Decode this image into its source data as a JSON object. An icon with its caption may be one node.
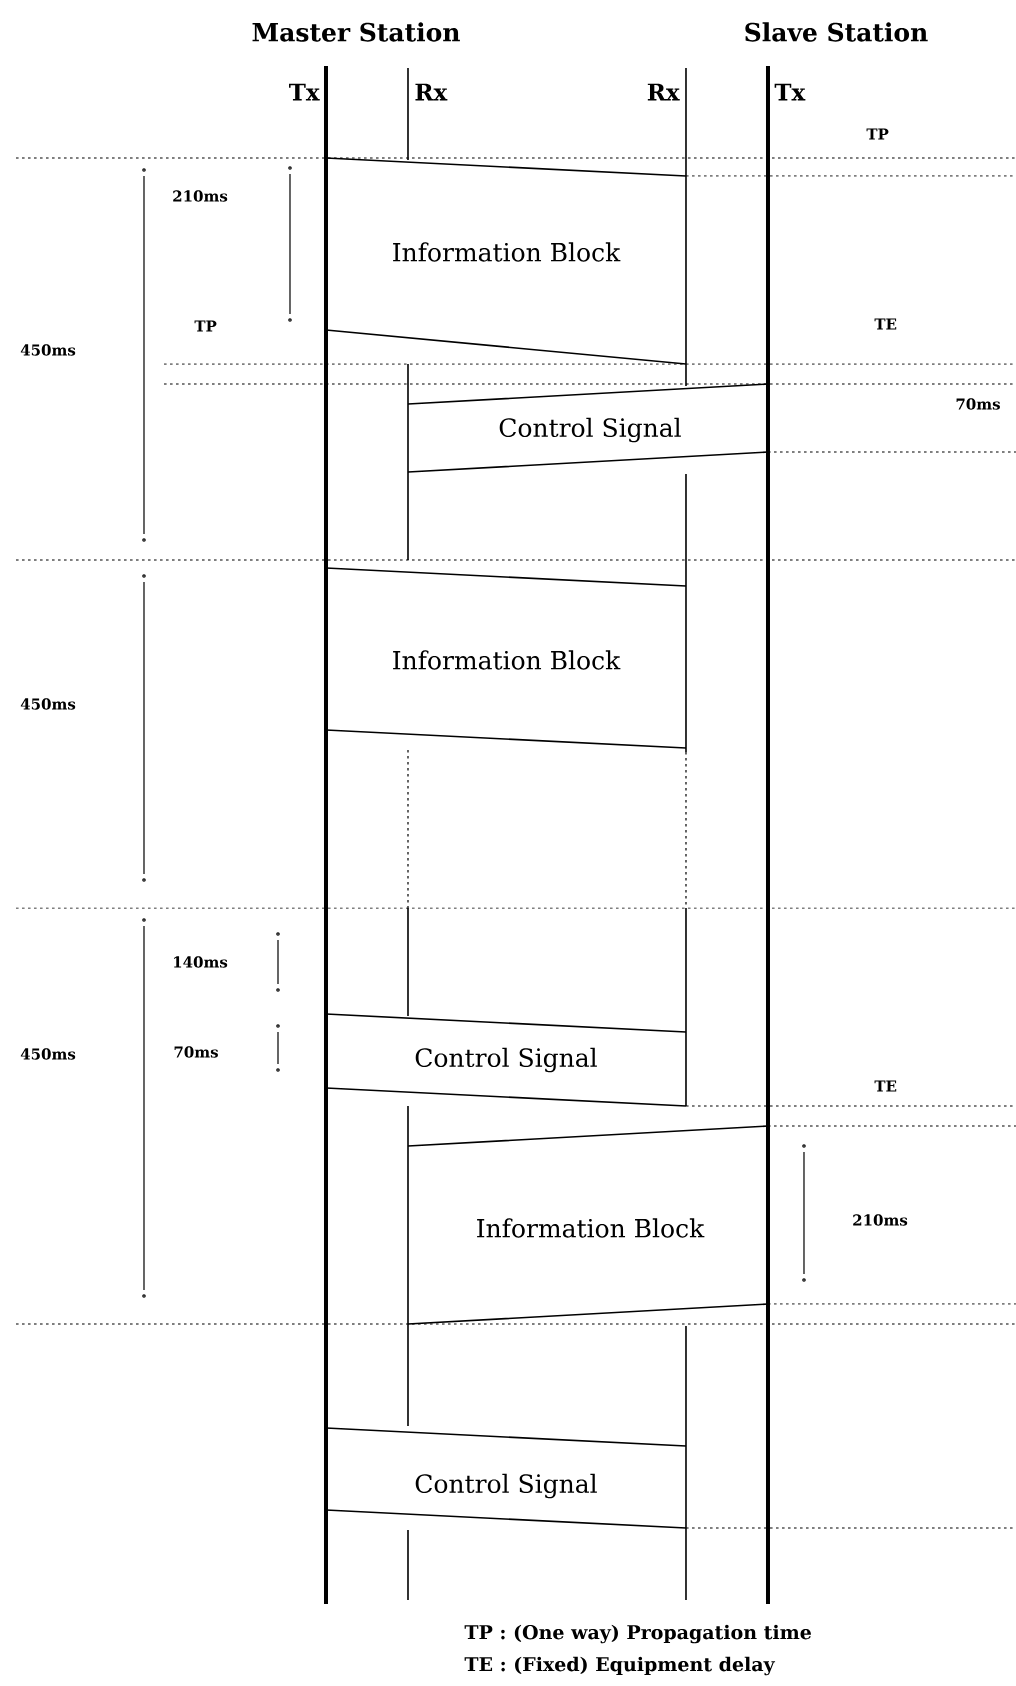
{
  "diagram": {
    "nodes": [
      {
        "text": [
          "Information Block"
        ]
      },
      {
        "text": [
          "Control Signal"
        ]
      },
      {
        "text": [
          "Information Block"
        ]
      },
      {
        "text": [
          "Control Signal"
        ]
      },
      {
        "text": [
          "Information Block"
        ]
      },
      {
        "text": [
          "Control Signal"
        ]
      }
    ],
    "labels": [
      "Master Station",
      "Slave Station",
      "Tx",
      "Rx",
      "Rx",
      "Tx",
      "TP",
      "210ms",
      "TP",
      "TE",
      "450ms",
      "70ms",
      "450ms",
      "140ms",
      "450ms",
      "70ms",
      "TE",
      "210ms",
      "TP : (One way) Propagation time",
      "TE : (Fixed) Equipment delay"
    ]
  }
}
